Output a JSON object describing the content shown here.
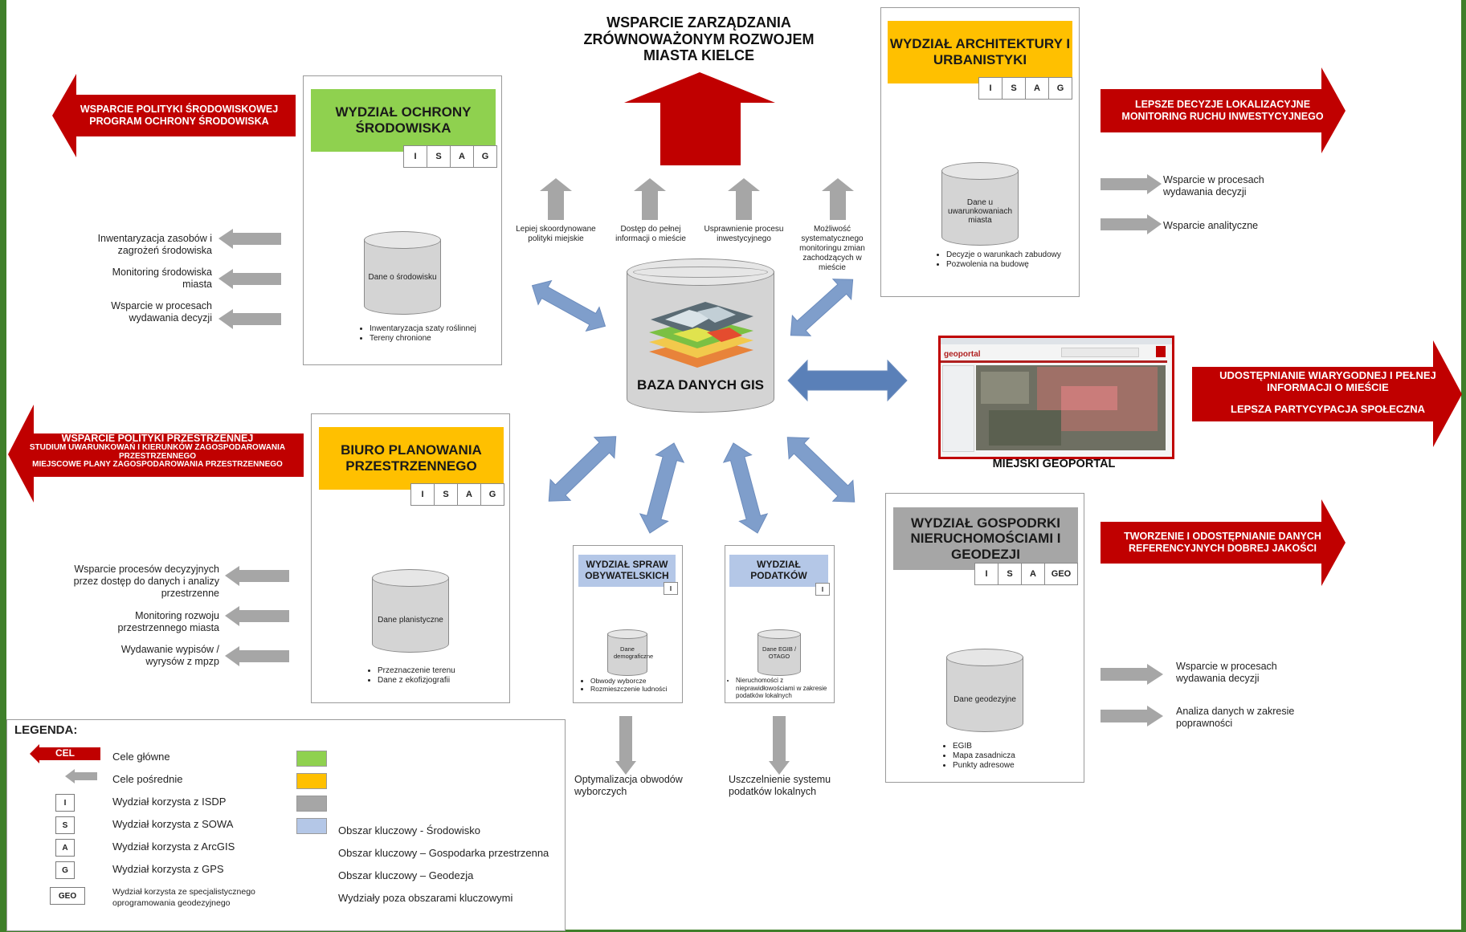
{
  "colors": {
    "red": "#c00000",
    "green": "#8fd14f",
    "orange": "#ffc000",
    "gray": "#a6a6a6",
    "lightblue": "#b4c7e7",
    "arrow_blue": "#7f9ecb",
    "arrow_gray": "#a6a6a6"
  },
  "top_goal": {
    "text": "WSPARCIE ZARZĄDZANIA ZRÓWNOWAŻONYM ROZWOJEM MIASTA KIELCE"
  },
  "center": {
    "label": "BAZA DANYCH GIS",
    "benefits": [
      "Lepiej skoordynowane polityki miejskie",
      "Dostęp do pełnej informacji o mieście",
      "Usprawnienie procesu inwestycyjnego",
      "Możliwość systematycznego monitoringu zmian zachodzących w mieście"
    ]
  },
  "env": {
    "goal": "WSPARCIE POLITYKI ŚRODOWISKOWEJ PROGRAM OCHRONY ŚRODOWISKA",
    "header": "WYDZIAŁ OCHRONY ŚRODOWISKA",
    "letters": [
      "I",
      "S",
      "A",
      "G"
    ],
    "db": "Dane o środowisku",
    "bullets": [
      "Inwentaryzacja szaty roślinnej",
      "Tereny chronione"
    ],
    "sub": [
      "Inwentaryzacja zasobów i zagrożeń środowiska",
      "Monitoring środowiska miasta",
      "Wsparcie w procesach wydawania decyzji"
    ]
  },
  "arch": {
    "goal": "LEPSZE DECYZJE LOKALIZACYJNE MONITORING RUCHU INWESTYCYJNEGO",
    "header": "WYDZIAŁ ARCHITEKTURY I URBANISTYKI",
    "letters": [
      "I",
      "S",
      "A",
      "G"
    ],
    "db": "Dane u uwarunkowaniach miasta",
    "bullets": [
      "Decyzje o warunkach zabudowy",
      "Pozwolenia na budowę"
    ],
    "sub": [
      "Wsparcie w procesach wydawania decyzji",
      "Wsparcie analityczne"
    ]
  },
  "plan": {
    "goal_title": "WSPARCIE POLITYKI PRZESTRZENNEJ",
    "goal_lines": [
      "STUDIUM UWARUNKOWAŃ I KIERUNKÓW ZAGOSPODAROWANIA PRZESTRZENNEGO",
      "MIEJSCOWE PLANY ZAGOSPODAROWANIA PRZESTRZENNEGO"
    ],
    "header": "BIURO PLANOWANIA PRZESTRZENNEGO",
    "letters": [
      "I",
      "S",
      "A",
      "G"
    ],
    "db": "Dane planistyczne",
    "bullets": [
      "Przeznaczenie terenu",
      "Dane z ekofizjografii"
    ],
    "sub": [
      "Wsparcie procesów decyzyjnych przez dostęp do danych i analizy przestrzenne",
      "Monitoring rozwoju przestrzennego miasta",
      "Wydawanie wypisów / wyrysów z mpzp"
    ]
  },
  "civic": {
    "header": "WYDZIAŁ SPRAW OBYWATELSKICH",
    "letters": [
      "I"
    ],
    "db": "Dane demograficzne",
    "bullets": [
      "Obwody wyborcze",
      "Rozmieszczenie ludności"
    ],
    "result": "Optymalizacja obwodów wyborczych"
  },
  "tax": {
    "header": "WYDZIAŁ PODATKÓW",
    "letters": [
      "I"
    ],
    "db": "Dane EGIB / OTAGO",
    "bullets": [
      "Nieruchomości z nieprawidłowościami w zakresie podatków lokalnych"
    ],
    "result": "Uszczelnienie systemu podatków lokalnych"
  },
  "geo": {
    "goal": "TWORZENIE I ODOSTĘPNIANIE DANYCH REFERENCYJNYCH DOBREJ JAKOŚCI",
    "header": "WYDZIAŁ GOSPODRKI NIERUCHOMOŚCIAMI I GEODEZJI",
    "letters": [
      "I",
      "S",
      "A",
      "GEO"
    ],
    "db": "Dane geodezyjne",
    "bullets": [
      "EGIB",
      "Mapa zasadnicza",
      "Punkty adresowe"
    ],
    "sub": [
      "Wsparcie w procesach wydawania decyzji",
      "Analiza danych w zakresie poprawności"
    ]
  },
  "geoportal": {
    "caption": "MIEJSKI GEOPORTAL",
    "logo_text": "geoportal",
    "goal_a": "UDOSTĘPNIANIE WIARYGODNEJ I PEŁNEJ INFORMACJI O MIEŚCIE",
    "goal_b": "LEPSZA PARTYCYPACJA SPOŁECZNA"
  },
  "legend": {
    "title": "LEGENDA:",
    "cel_tag": "CEL",
    "items": [
      {
        "key": "CEL",
        "label": "Cele główne"
      },
      {
        "key": "",
        "label": "Cele pośrednie"
      },
      {
        "key": "I",
        "label": "Wydział korzysta z ISDP"
      },
      {
        "key": "S",
        "label": "Wydział korzysta z SOWA"
      },
      {
        "key": "A",
        "label": "Wydział korzysta z ArcGIS"
      },
      {
        "key": "G",
        "label": "Wydział korzysta z GPS"
      },
      {
        "key": "GEO",
        "label": "Wydział korzysta ze specjalistycznego oprogramowania geodezyjnego"
      }
    ],
    "swatches": [
      {
        "color": "#8fd14f",
        "label": "Obszar kluczowy - Środowisko"
      },
      {
        "color": "#ffc000",
        "label": "Obszar kluczowy – Gospodarka przestrzenna"
      },
      {
        "color": "#a6a6a6",
        "label": "Obszar kluczowy – Geodezja"
      },
      {
        "color": "#b4c7e7",
        "label": "Wydziały poza obszarami kluczowymi"
      }
    ]
  }
}
